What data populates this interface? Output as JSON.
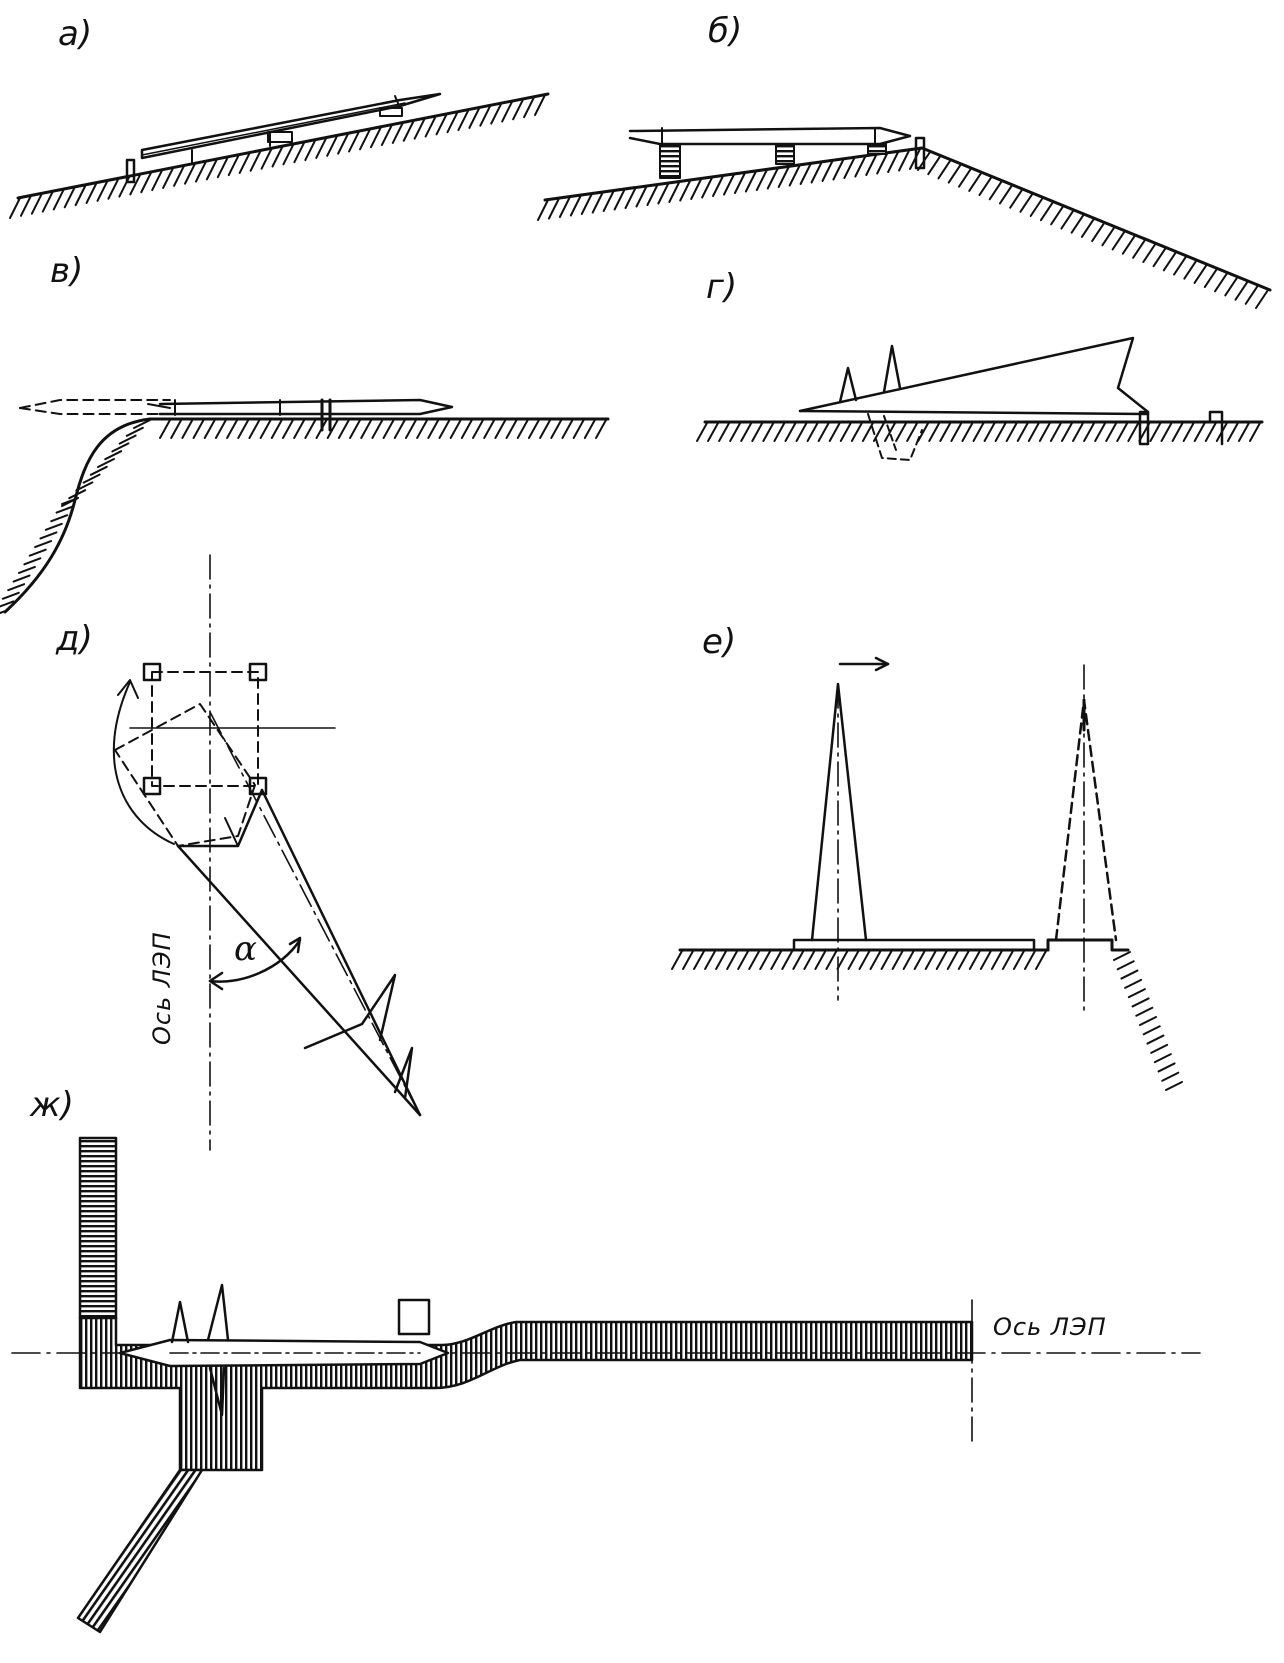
{
  "panels": {
    "a": "а)",
    "b": "б)",
    "v": "в)",
    "g": "г)",
    "d": "д)",
    "e": "е)",
    "zh": "ж)"
  },
  "axis_label": "Ось ЛЭП",
  "angle_label": "α"
}
